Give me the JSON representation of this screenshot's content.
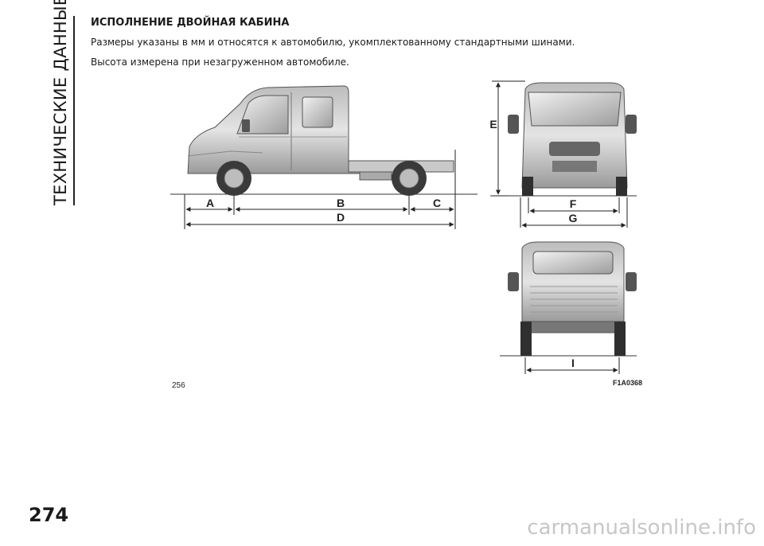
{
  "sidebar": {
    "section_title": "ТЕХНИЧЕСКИЕ ДАННЫЕ"
  },
  "content": {
    "heading": "ИСПОЛНЕНИЕ ДВОЙНАЯ КАБИНА",
    "paragraph1": "Размеры указаны в мм и относятся к автомобилю, укомплектованному стандартными шинами.",
    "paragraph2": "Высота измерена при незагруженном автомобиле."
  },
  "figure": {
    "labels": {
      "A": "A",
      "B": "B",
      "C": "C",
      "D": "D",
      "E": "E",
      "F": "F",
      "G": "G",
      "I": "I"
    },
    "figure_number": "256",
    "figure_code": "F1A0368"
  },
  "footer": {
    "page_number": "274",
    "watermark": "carmanualsonline.info"
  }
}
